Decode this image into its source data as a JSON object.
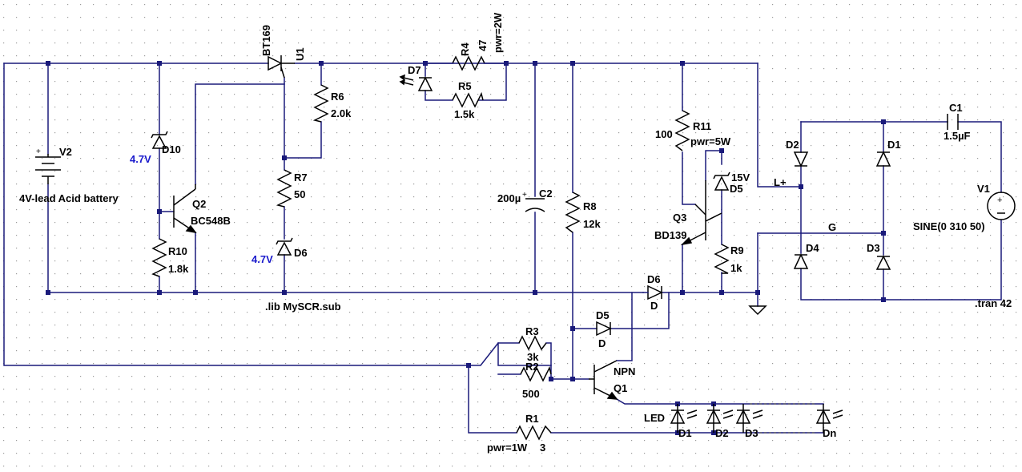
{
  "colors": {
    "wire": "#1a1a7a",
    "component": "#000000",
    "zener_value": "#1a1acc",
    "grid_dot": "#9a9a9a",
    "background": "#ffffff"
  },
  "labels": {
    "v2_name": "V2",
    "v2_value": "4V-lead Acid battery",
    "d10_name": "D10",
    "d10_value": "4.7V",
    "q2_name": "Q2",
    "q2_value": "BC548B",
    "r10_name": "R10",
    "r10_value": "1.8k",
    "u1_part": "BT169",
    "u1_name": "U1",
    "r6_name": "R6",
    "r6_value": "2.0k",
    "r7_name": "R7",
    "r7_value": "50",
    "d6a_name": "D6",
    "d6a_value": "4.7V",
    "lib": ".lib MySCR.sub",
    "d7_name": "D7",
    "r4_name": "R4",
    "r4_value": "47",
    "r4_power": "pwr=2W",
    "r5_name": "R5",
    "r5_value": "1.5k",
    "c2_name": "C2",
    "c2_value": "200µ",
    "r8_name": "R8",
    "r8_value": "12k",
    "r11_name": "R11",
    "r11_value": "100",
    "r11_power": "pwr=5W",
    "d5a_name": "D5",
    "d5a_value": "15V",
    "q3_name": "Q3",
    "q3_value": "BD139",
    "r9_name": "R9",
    "r9_value": "1k",
    "net_lplus": "L+",
    "net_g": "G",
    "d2b_name": "D2",
    "d1b_name": "D1",
    "d4_name": "D4",
    "d3b_name": "D3",
    "c1_name": "C1",
    "c1_value": "1.5µF",
    "v1_name": "V1",
    "v1_value": "SINE(0 310 50)",
    "tran": ".tran 42",
    "d6b_name": "D6",
    "d6b_value": "D",
    "d5b_name": "D5",
    "d5b_value": "D",
    "r3_name": "R3",
    "r3_value": "3k",
    "r2_name": "R2",
    "r2_value": "500",
    "q1_name": "Q1",
    "q1_value": "NPN",
    "r1_name": "R1",
    "r1_value": "3",
    "r1_power": "pwr=1W",
    "led_label": "LED",
    "led_d1": "D1",
    "led_d2": "D2",
    "led_d3": "D3",
    "led_dn": "Dn"
  }
}
